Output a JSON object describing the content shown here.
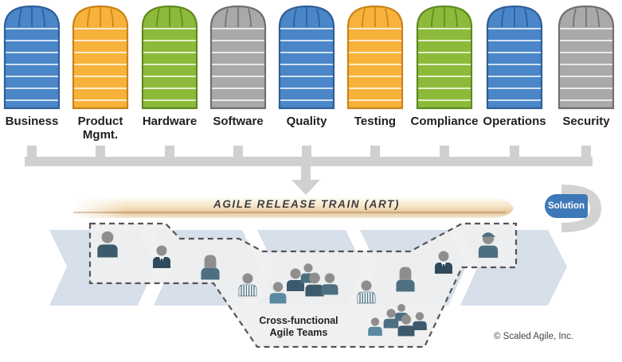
{
  "silos": [
    {
      "label": "Business",
      "color": "#4a86c8",
      "dark": "#2e5f97"
    },
    {
      "label": "Product Mgmt.",
      "color": "#f7b23b",
      "dark": "#c9831a"
    },
    {
      "label": "Hardware",
      "color": "#8dba3a",
      "dark": "#5f8a1e"
    },
    {
      "label": "Software",
      "color": "#a9a9a9",
      "dark": "#6f6f6f"
    },
    {
      "label": "Quality",
      "color": "#4a86c8",
      "dark": "#2e5f97"
    },
    {
      "label": "Testing",
      "color": "#f7b23b",
      "dark": "#c9831a"
    },
    {
      "label": "Compliance",
      "color": "#8dba3a",
      "dark": "#5f8a1e"
    },
    {
      "label": "Operations",
      "color": "#4a86c8",
      "dark": "#2e5f97"
    },
    {
      "label": "Security",
      "color": "#a9a9a9",
      "dark": "#6f6f6f"
    }
  ],
  "art": {
    "title": "AGILE RELEASE TRAIN (ART)"
  },
  "solution": {
    "label": "Solution"
  },
  "teams": {
    "label_line1": "Cross-functional",
    "label_line2": "Agile Teams"
  },
  "copyright": "© Scaled Agile, Inc.",
  "colors": {
    "connector": "#d0d0d0",
    "chevron": "#d6dfea",
    "team_area": "#f0f0f0",
    "person_blue": "#4d6f82",
    "person_gray": "#8e8e8e"
  }
}
